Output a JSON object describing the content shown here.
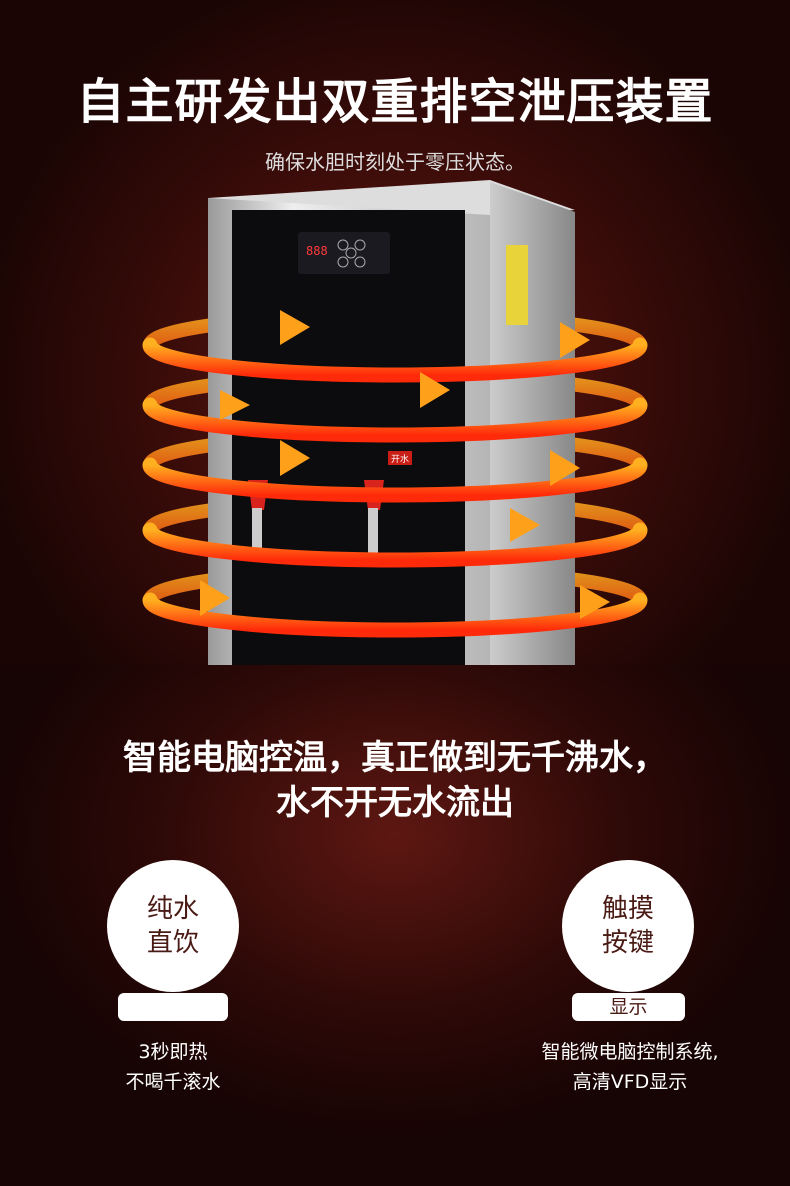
{
  "header": {
    "title": "自主研发出双重排空泄压装置",
    "subtitle": "确保水胆时刻处于零压状态。"
  },
  "product": {
    "tap_label": "开水",
    "colors": {
      "arrow_outer": "#ff3a10",
      "arrow_inner": "#ffb020"
    }
  },
  "feature_text": {
    "line1": "智能电脑控温，真正做到无千沸水，",
    "line2": "水不开无水流出"
  },
  "badges": [
    {
      "title_line1": "纯水",
      "title_line2": "直饮",
      "pedestal": "",
      "caption_line1": "3秒即热",
      "caption_line2": "不喝千滚水"
    },
    {
      "title_line1": "触摸",
      "title_line2": "按键",
      "pedestal": "显示",
      "caption_line1": "智能微电脑控制系统,",
      "caption_line2": "高清VFD显示"
    }
  ]
}
